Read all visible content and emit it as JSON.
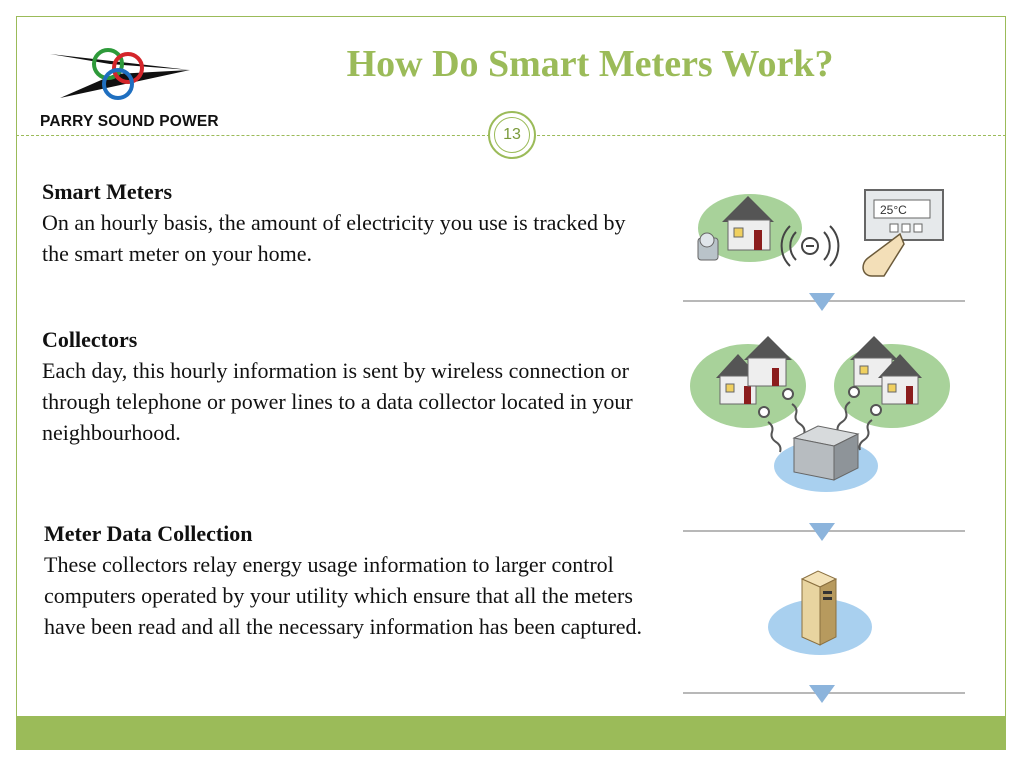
{
  "brand": {
    "name": "PARRY SOUND POWER"
  },
  "slide": {
    "title": "How Do Smart Meters Work?",
    "page_number": "13"
  },
  "sections": [
    {
      "heading": "Smart Meters",
      "body": "On an hourly basis, the amount of electricity you use is tracked by the smart meter on your home."
    },
    {
      "heading": "Collectors",
      "body": "Each day, this hourly information is sent by wireless connection or through telephone or power lines to a data collector located in your neighbourhood."
    },
    {
      "heading": "Meter Data Collection",
      "body": "These collectors relay energy usage information to larger control computers operated by your utility which ensure that all the meters have been read and all the necessary information has been captured."
    }
  ],
  "illustrations": {
    "thermostat_reading": "25°C"
  },
  "colors": {
    "accent": "#9bbb59",
    "arrow": "#8cb4dc",
    "ground": "#a8d29a",
    "water": "#a9d0ef"
  }
}
